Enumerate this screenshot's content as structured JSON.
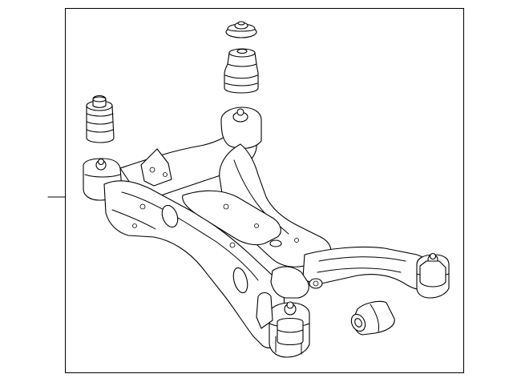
{
  "diagram": {
    "colors": {
      "ink": "#000000",
      "background": "#ffffff"
    },
    "parts": [
      "subframe",
      "mount-bushing-rear-left",
      "mount-bushing-rear-right",
      "bump-stop-upper-cap",
      "bump-stop-lower",
      "mount-bushing-front",
      "arm-bushing"
    ]
  }
}
